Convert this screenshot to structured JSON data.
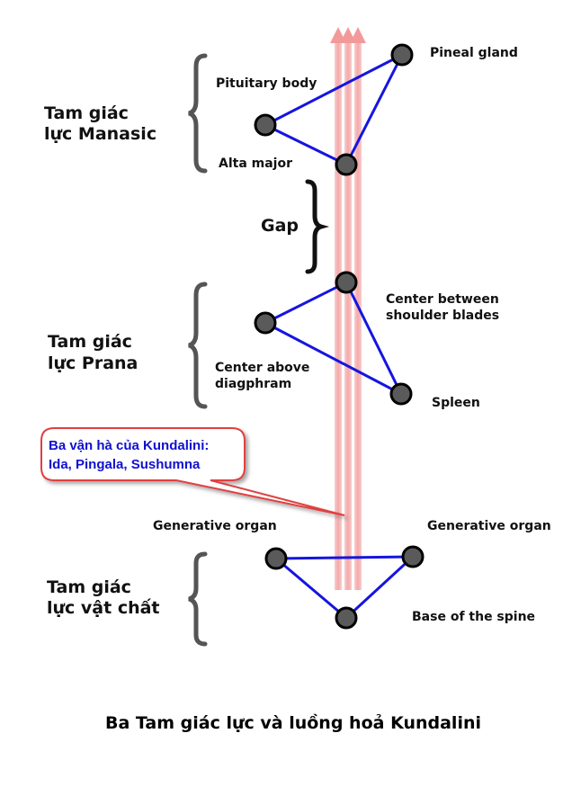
{
  "caption": "Ba Tam giác lực và luồng hoả Kundalini",
  "groups": {
    "manasic": [
      "Tam giác",
      "lực Manasic"
    ],
    "gap": "Gap",
    "prana": [
      "Tam giác",
      "lực Prana"
    ],
    "physical": [
      "Tam giác",
      "lực vật chất"
    ]
  },
  "nodes": {
    "pineal": "Pineal gland",
    "pituitary": "Pituitary body",
    "alta_major": "Alta major",
    "shoulder": [
      "Center between",
      "shoulder blades"
    ],
    "diaphragm": [
      "Center above",
      "diagphram"
    ],
    "spleen": "Spleen",
    "gen_left": "Generative organ",
    "gen_right": "Generative organ",
    "base_spine": "Base of the spine"
  },
  "callout": [
    "Ba vận hà của Kundalini:",
    "Ida, Pingala, Sushumna"
  ],
  "colors": {
    "triangle_line": "#1515e0",
    "node_fill": "#5a5a5a",
    "channel": "#f4a8a8",
    "callout_border": "#e04040",
    "callout_text": "#1010d0"
  }
}
